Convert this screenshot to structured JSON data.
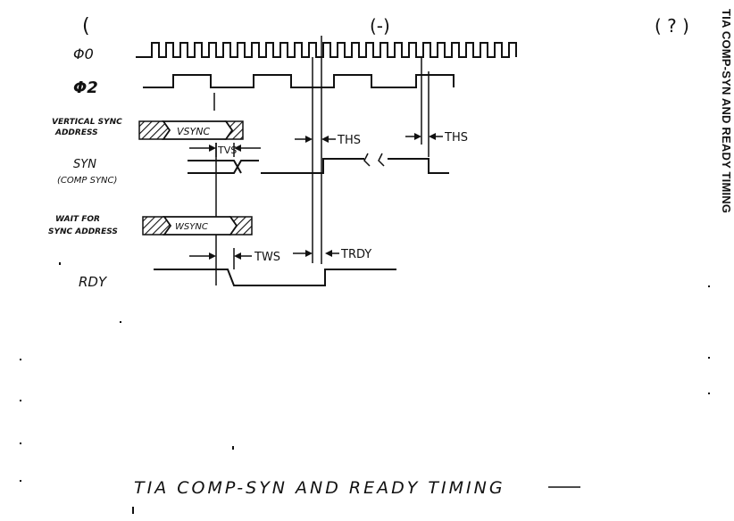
{
  "side_title": "TIA COMP-SYN AND READY TIMING",
  "bottom_title": "TIA COMP-SYN AND READY TIMING",
  "page_marks": {
    "left_paren": "(",
    "mid_paren": "(-)",
    "right_paren": "( ? )"
  },
  "signals": {
    "phi0": "Φ0",
    "phi2": "Φ2",
    "vsync_addr_line1": "VERTICAL SYNC",
    "vsync_addr_line2": "ADDRESS",
    "vsync_box": "VSYNC",
    "syn_line1": "SYN",
    "syn_line2": "(COMP SYNC)",
    "wsync_addr_line1": "WAIT FOR",
    "wsync_addr_line2": "SYNC ADDRESS",
    "wsync_box": "WSYNC",
    "rdy": "RDY"
  },
  "timings": {
    "tvs": "TVS",
    "ths1": "THS",
    "ths2": "THS",
    "tws": "TWS",
    "trdy": "TRDY"
  }
}
